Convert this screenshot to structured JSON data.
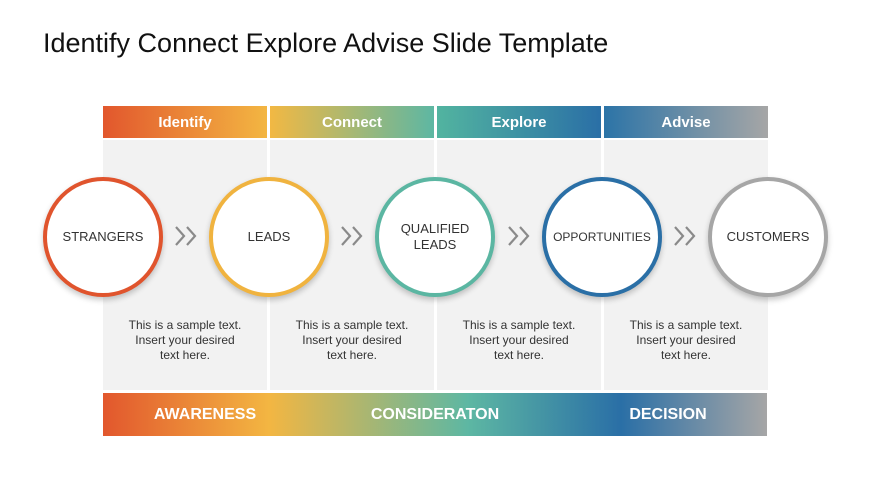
{
  "title": "Identify Connect Explore Advise Slide Template",
  "headers": [
    "Identify",
    "Connect",
    "Explore",
    "Advise"
  ],
  "circles": [
    "STRANGERS",
    "LEADS",
    "QUALIFIED LEADS",
    "OPPORTUNITIES",
    "CUSTOMERS"
  ],
  "circle_colors": [
    "#e0542d",
    "#f0b33f",
    "#5bb6a2",
    "#2a6fa6",
    "#a6a6a6"
  ],
  "descriptions": [
    [
      "This is a sample text.",
      "Insert your desired",
      "text here."
    ],
    [
      "This is a sample text.",
      "Insert your desired",
      "text here."
    ],
    [
      "This is a sample text.",
      "Insert your desired",
      "text here."
    ],
    [
      "This is a sample text.",
      "Insert your desired",
      "text here."
    ]
  ],
  "stages": [
    "AWARENESS",
    "CONSIDERATON",
    "DECISION"
  ],
  "chevron_icon": "double-chevron-right-icon"
}
